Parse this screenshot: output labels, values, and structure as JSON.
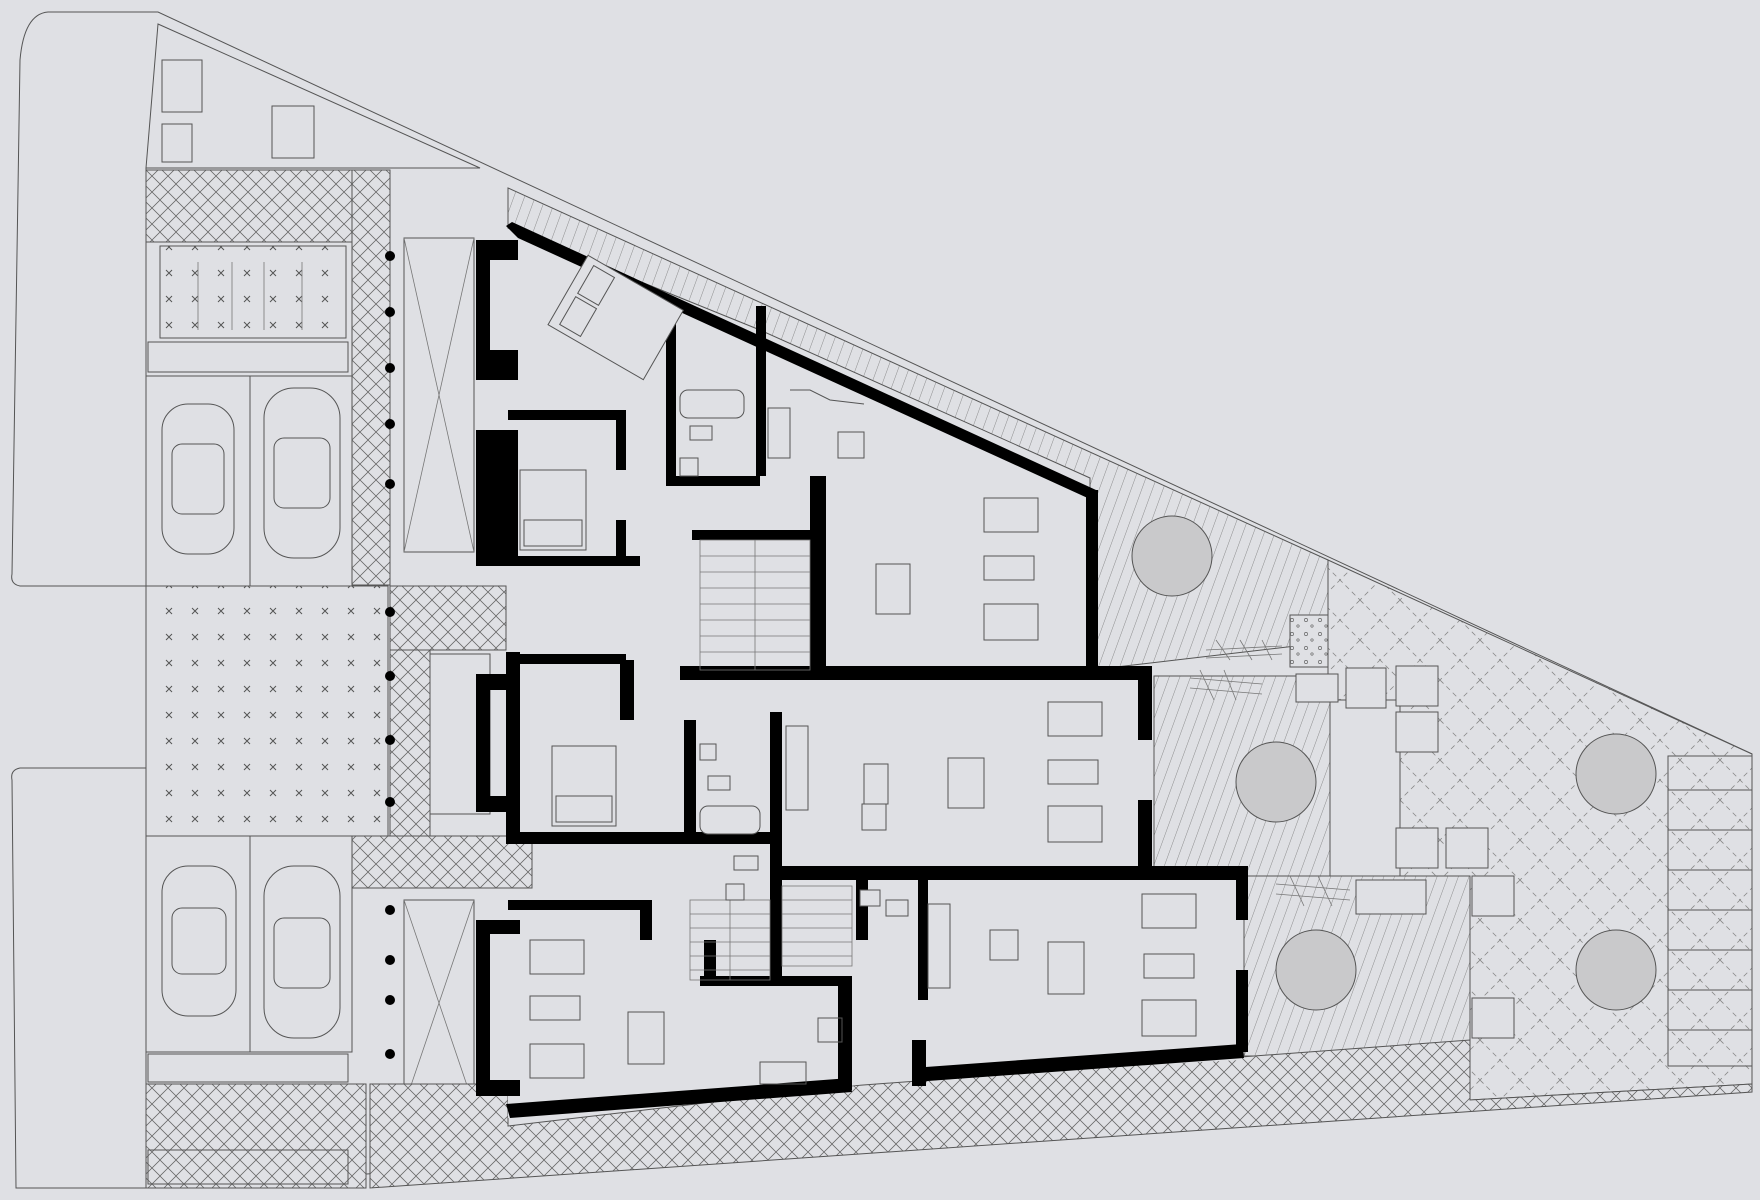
{
  "drawing": {
    "type": "architectural-floor-plan",
    "colors": {
      "background": "#dfe0e4",
      "walls": "#000000",
      "linework": "#555555",
      "round_tables": "#c9c9cb"
    },
    "counts": {
      "cars": 4,
      "round_patio_tables": 5,
      "bollards": 14,
      "bike_racks": 3,
      "staircases": 3
    },
    "icons": [
      "car-icon",
      "bicycle-icon",
      "bed-icon",
      "sofa-icon",
      "dining-table-icon",
      "bathtub-icon",
      "toilet-icon",
      "hob-icon",
      "stair-icon"
    ]
  }
}
